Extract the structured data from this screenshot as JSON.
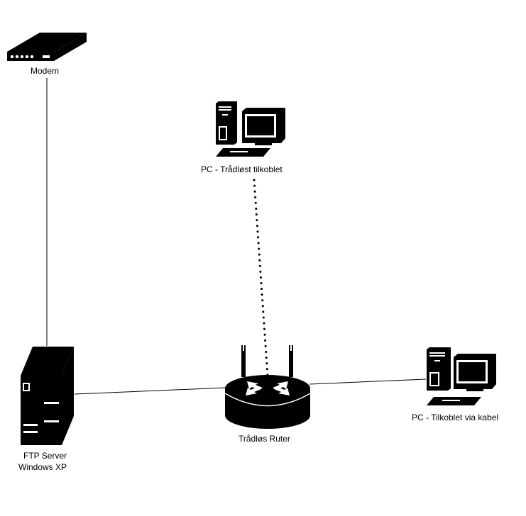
{
  "nodes": {
    "modem": {
      "label": "Modem",
      "icon": "modem-icon"
    },
    "pc_wireless": {
      "label": "PC - Trådløst tilkoblet",
      "icon": "desktop-pc-icon"
    },
    "ftp_server": {
      "label_line1": "FTP Server",
      "label_line2": "Windows XP",
      "icon": "server-tower-icon"
    },
    "router": {
      "label": "Trådløs Ruter",
      "icon": "wireless-router-icon"
    },
    "pc_cable": {
      "label": "PC - Tilkoblet via kabel",
      "icon": "desktop-pc-icon"
    }
  },
  "links": [
    {
      "from": "modem",
      "to": "ftp_server",
      "style": "solid"
    },
    {
      "from": "ftp_server",
      "to": "router",
      "style": "solid"
    },
    {
      "from": "router",
      "to": "pc_cable",
      "style": "solid"
    },
    {
      "from": "pc_wireless",
      "to": "router",
      "style": "dotted"
    }
  ],
  "colors": {
    "line": "#000000",
    "background": "#ffffff",
    "icon_highlight": "#ffffff"
  }
}
